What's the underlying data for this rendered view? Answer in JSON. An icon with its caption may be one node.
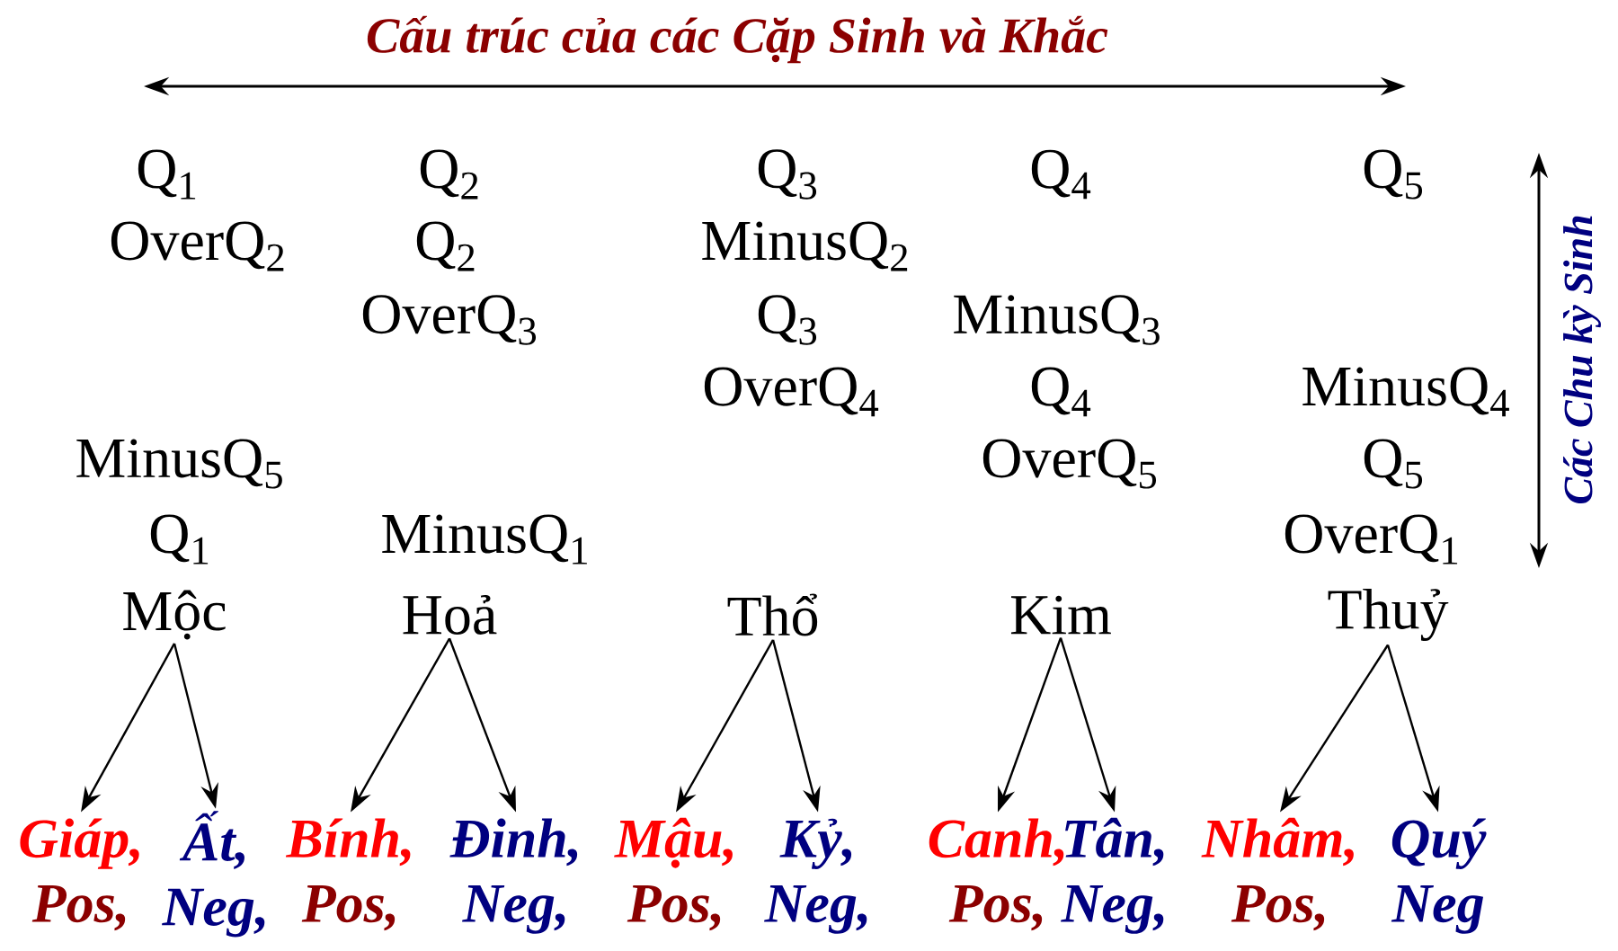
{
  "diagram": {
    "title": "Cấu trúc của các Cặp Sinh và Khắc",
    "nodes": [
      {
        "text": [
          "Mộc"
        ]
      },
      {
        "text": [
          "Hoả"
        ]
      },
      {
        "text": [
          "Thổ"
        ]
      },
      {
        "text": [
          "Kim"
        ]
      },
      {
        "text": [
          "Thuỷ"
        ]
      },
      {
        "text": [
          "Giáp,",
          "Pos,"
        ]
      },
      {
        "text": [
          "Ất,",
          "Neg,"
        ]
      },
      {
        "text": [
          "Bính,",
          "Pos,"
        ]
      },
      {
        "text": [
          "Đinh,",
          "Neg,"
        ]
      },
      {
        "text": [
          "Mậu,",
          "Pos,"
        ]
      },
      {
        "text": [
          "Kỷ,",
          "Neg,"
        ]
      },
      {
        "text": [
          "Canh,",
          "Pos,"
        ]
      },
      {
        "text": [
          "Tân,",
          "Neg,"
        ]
      },
      {
        "text": [
          "Nhâm,",
          "Pos,"
        ]
      },
      {
        "text": [
          "Quý",
          "Neg"
        ]
      }
    ],
    "edges": [
      {
        "from": 0,
        "to": 5,
        "arrow": "to"
      },
      {
        "from": 0,
        "to": 6,
        "arrow": "to"
      },
      {
        "from": 1,
        "to": 7,
        "arrow": "to"
      },
      {
        "from": 1,
        "to": 8,
        "arrow": "to"
      },
      {
        "from": 2,
        "to": 9,
        "arrow": "to"
      },
      {
        "from": 2,
        "to": 10,
        "arrow": "to"
      },
      {
        "from": 3,
        "to": 11,
        "arrow": "to"
      },
      {
        "from": 3,
        "to": 12,
        "arrow": "to"
      },
      {
        "from": 4,
        "to": 13,
        "arrow": "to"
      },
      {
        "from": 4,
        "to": 14,
        "arrow": "to"
      }
    ],
    "labels": [
      "Q$_{1}$",
      "Q$_{2}$",
      "Q$_{3}$",
      "Q$_{4}$",
      "Q$_{5}$",
      "OverQ$_{2}$",
      "Q$_{2}$",
      "MinusQ$_{2}$",
      "OverQ$_{3}$",
      "Q$_{3}$",
      "MinusQ$_{3}$",
      "OverQ$_{4}$",
      "Q$_{4}$",
      "MinusQ$_{4}$",
      "MinusQ$_{5}$",
      "OverQ$_{5}$",
      "Q$_{5}$",
      "Q$_{1}$",
      "MinusQ$_{1}$",
      "OverQ$_{1}$",
      "Các Chu kỳ Sinh"
    ]
  }
}
